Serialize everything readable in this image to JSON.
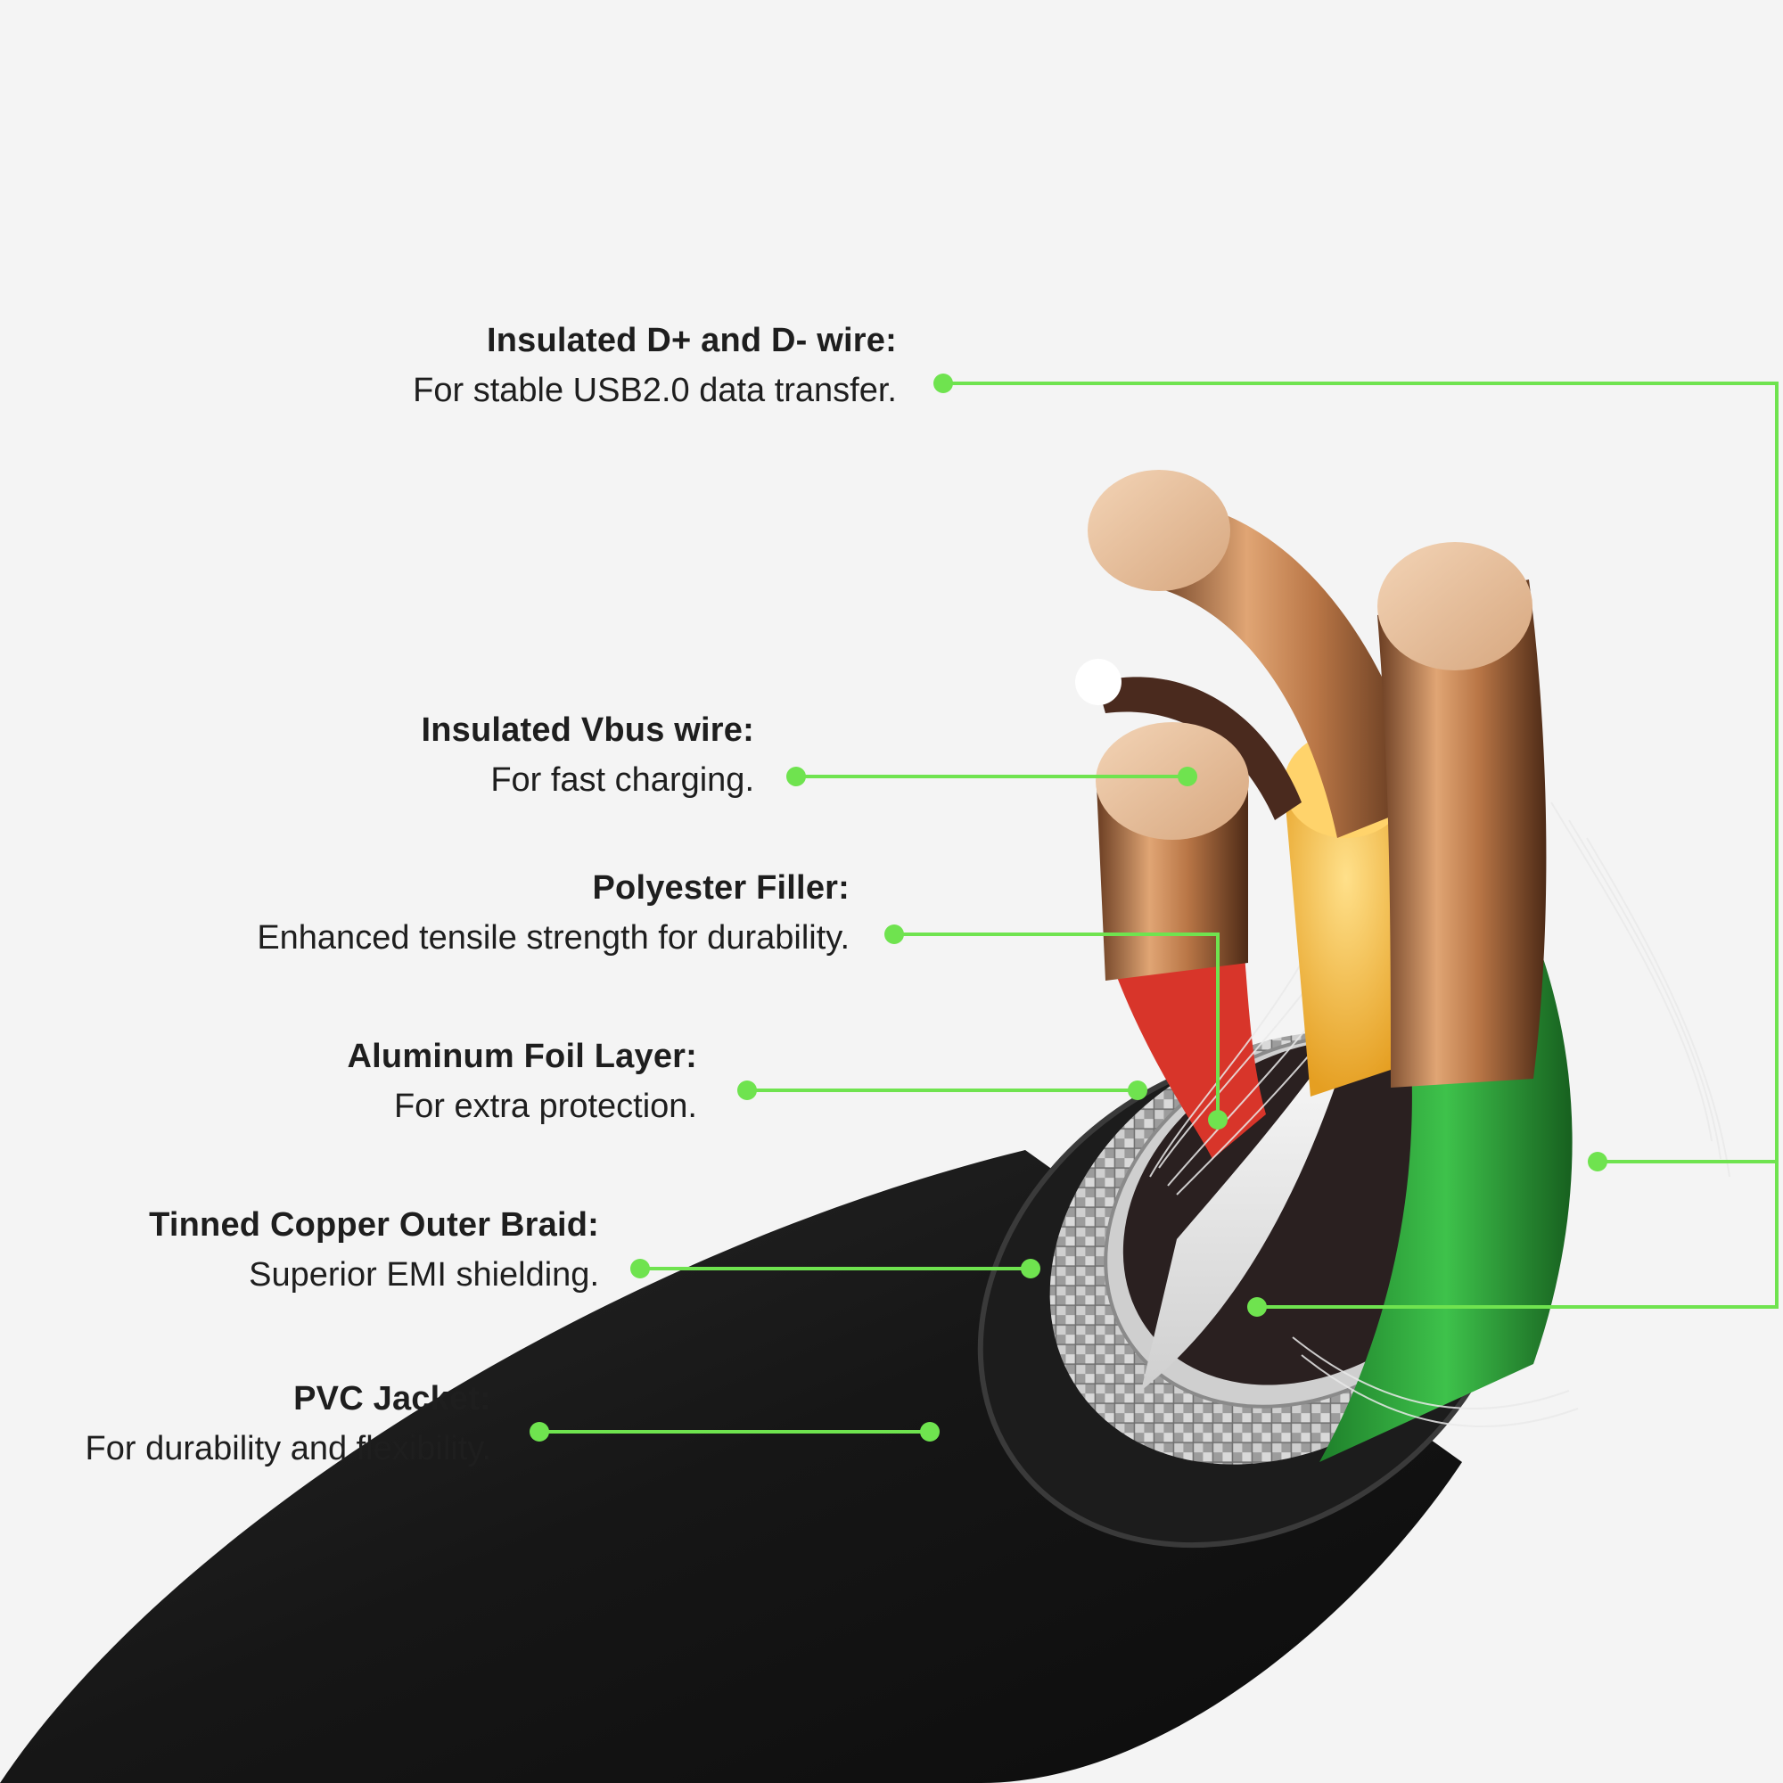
{
  "colors": {
    "background": "#f4f4f4",
    "callout_green": "#6fe34f",
    "text": "#1e1e1e",
    "jacket": "#141414",
    "copper": "#c98a5c",
    "wire_green": "#2fae3b",
    "wire_red": "#e03a2a",
    "wire_white": "#f2f2f2",
    "filler_yellow": "#f2b93a"
  },
  "callouts": [
    {
      "id": "dplus-dminus",
      "title": "Insulated D+ and D- wire:",
      "description": "For stable USB2.0 data transfer."
    },
    {
      "id": "vbus",
      "title": "Insulated Vbus wire:",
      "description": "For fast charging."
    },
    {
      "id": "filler",
      "title": "Polyester Filler:",
      "description": "Enhanced tensile strength for durability."
    },
    {
      "id": "foil",
      "title": "Aluminum Foil Layer:",
      "description": "For extra protection."
    },
    {
      "id": "braid",
      "title": "Tinned Copper Outer Braid:",
      "description": "Superior EMI shielding."
    },
    {
      "id": "jacket",
      "title": "PVC Jacket:",
      "description": "For durability and flexibility."
    }
  ]
}
